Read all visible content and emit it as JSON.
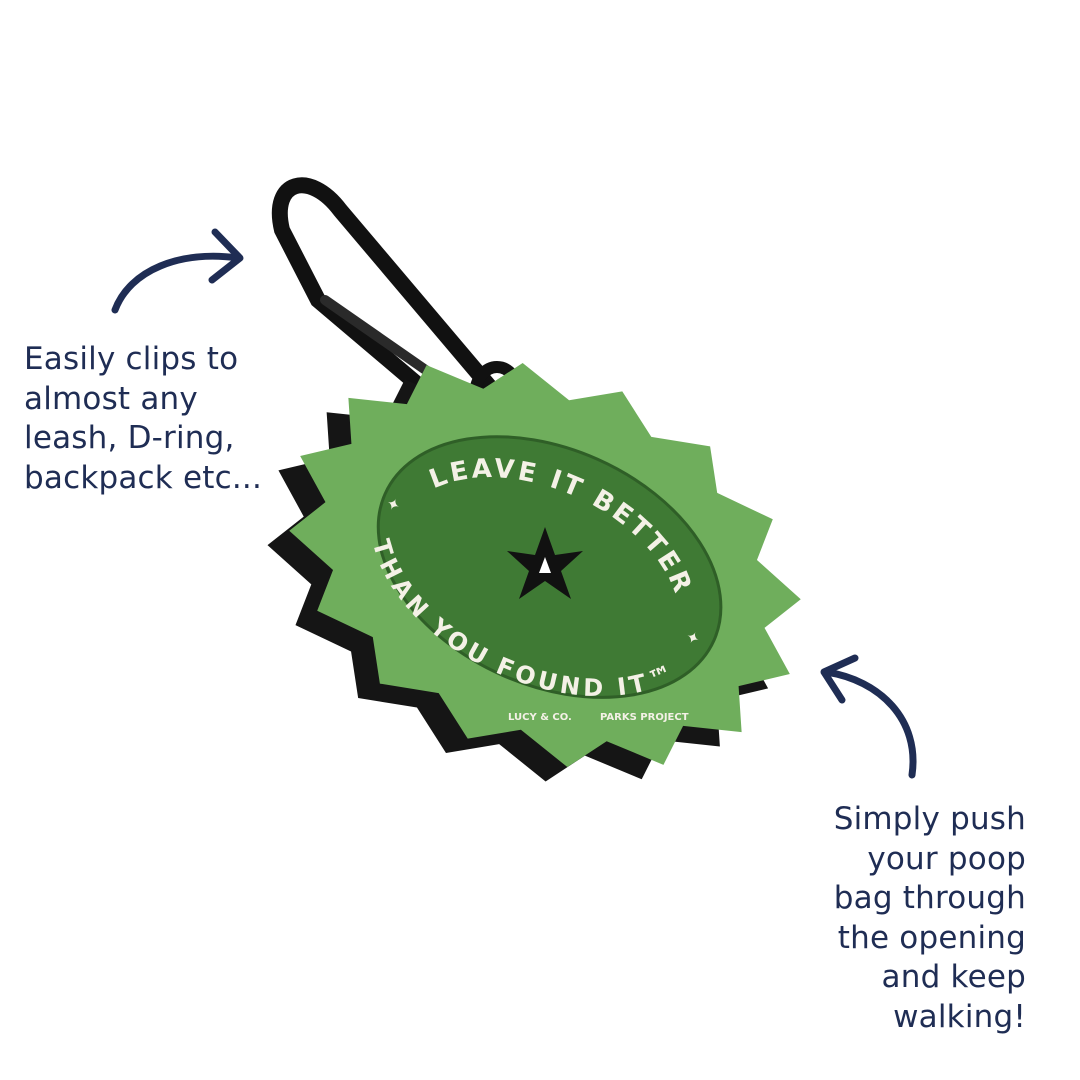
{
  "product": {
    "tag_text_top": "LEAVE IT BETTER",
    "tag_text_bottom": "THAN YOU FOUND IT™",
    "logo_left": "LUCY & CO.",
    "logo_right": "PARKS PROJECT",
    "colors": {
      "tag_green": "#6fae5c",
      "inner_green": "#3f7a34",
      "edge_black": "#151515",
      "text_navy": "#1f2d54"
    }
  },
  "captions": {
    "left": [
      "Easily clips to",
      "almost any",
      "leash, D-ring,",
      "backpack etc..."
    ],
    "right": [
      "Simply push",
      "your poop",
      "bag through",
      "the opening",
      "and keep",
      "walking!"
    ]
  }
}
